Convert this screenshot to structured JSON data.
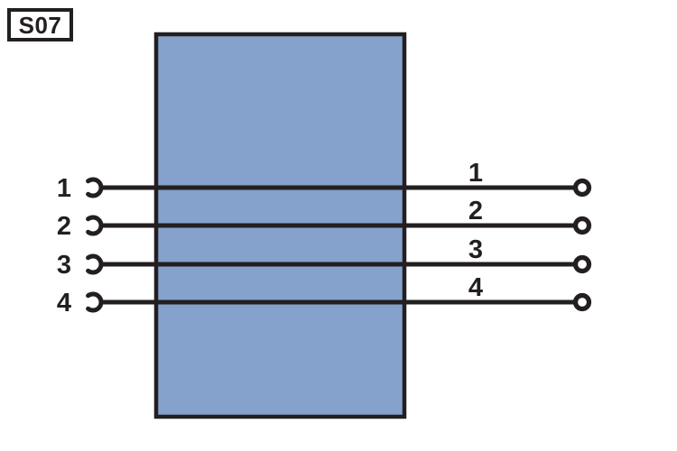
{
  "diagram": {
    "component_id": "S07",
    "component_fill": "#84A2CB",
    "line_color": "#231F20",
    "left_terminal_type": "socket-arc-icon",
    "right_terminal_type": "ring-terminal-icon",
    "pins": [
      {
        "left_label": "1",
        "right_label": "1"
      },
      {
        "left_label": "2",
        "right_label": "2"
      },
      {
        "left_label": "3",
        "right_label": "3"
      },
      {
        "left_label": "4",
        "right_label": "4"
      }
    ]
  }
}
